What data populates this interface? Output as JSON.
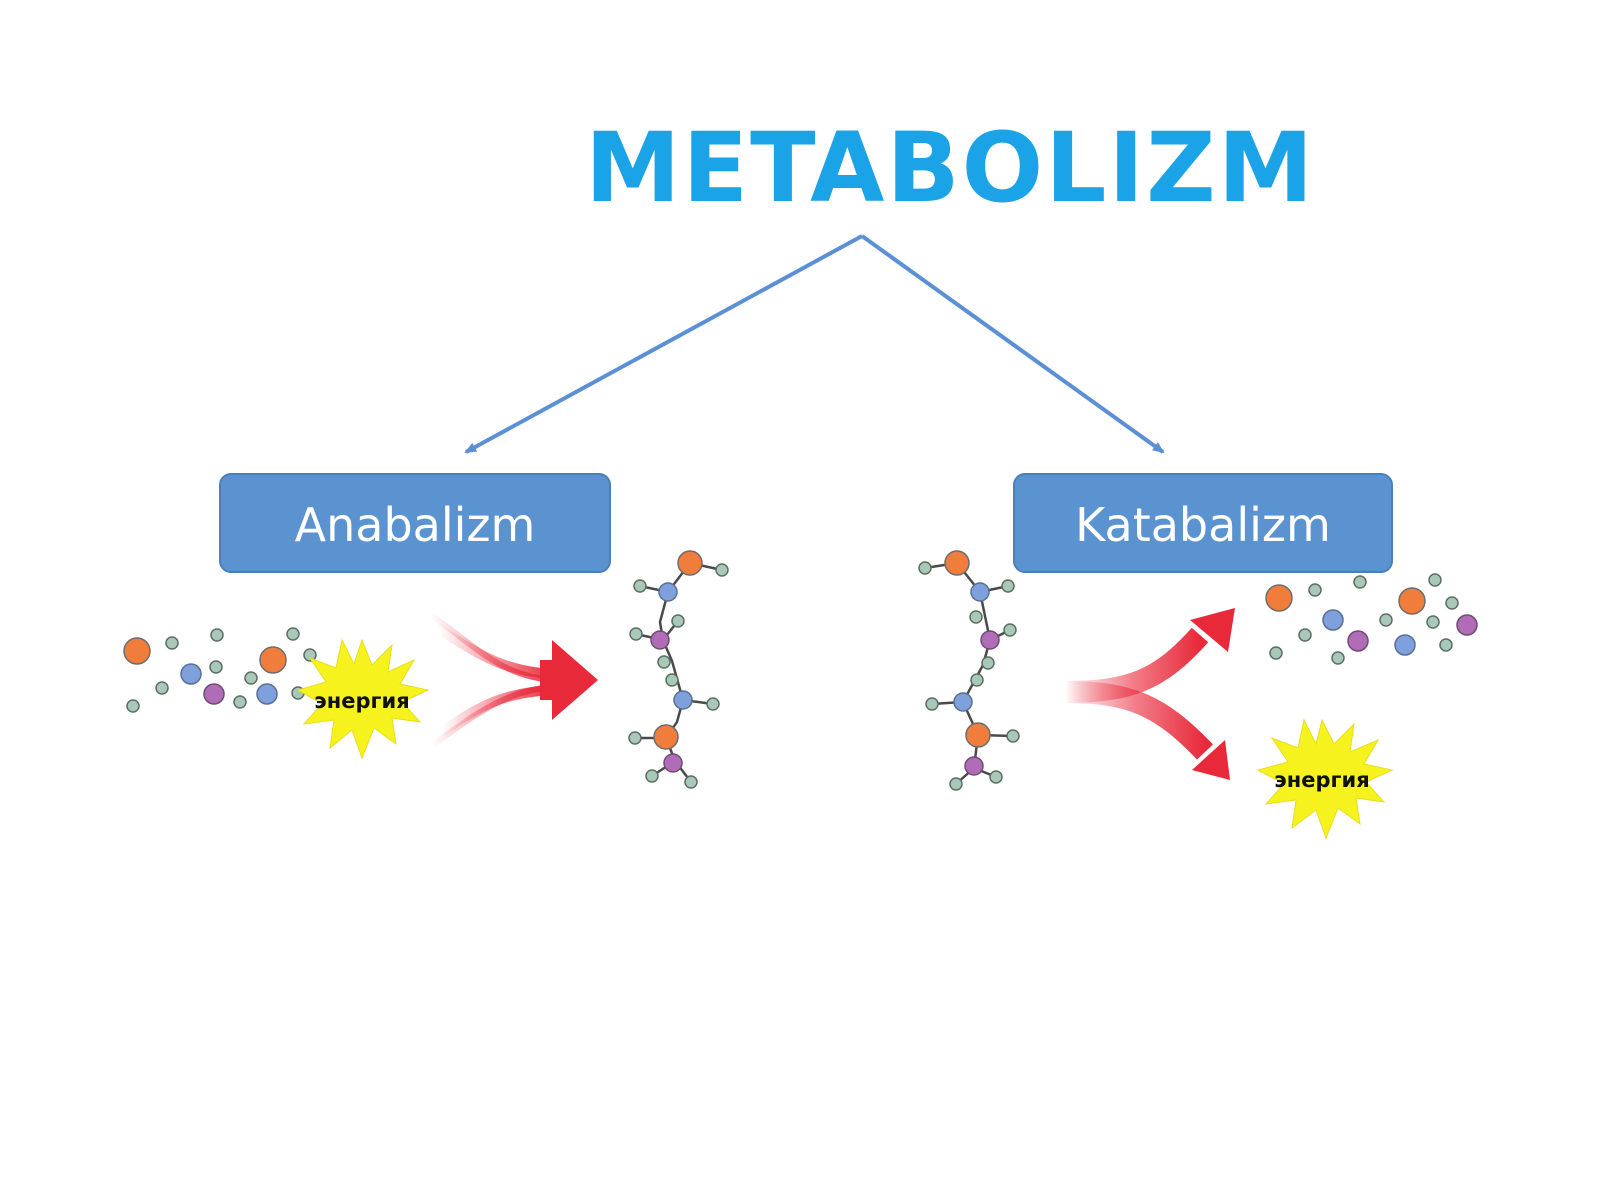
{
  "title": "METABOLIZM",
  "branches": {
    "left": {
      "label": "Anabalizm"
    },
    "right": {
      "label": "Katabalizm"
    }
  },
  "energy_label": "энергия",
  "colors": {
    "title": "#1aa3e6",
    "box": "#5b93d1",
    "connector": "#5b8fd6",
    "arrow": "#e8293a",
    "atom_orange": "#f07d3c",
    "atom_blue": "#7ea0dc",
    "atom_purple": "#b06cb6",
    "atom_green": "#a8c8b8",
    "energy": "#f5f21e"
  }
}
